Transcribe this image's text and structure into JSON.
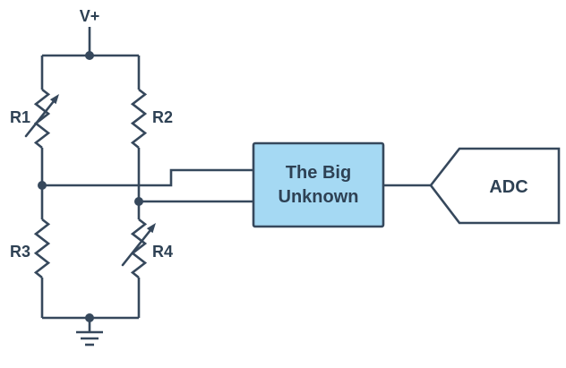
{
  "diagram": {
    "labels": {
      "supply": "V+",
      "r1": "R1",
      "r2": "R2",
      "r3": "R3",
      "r4": "R4",
      "unknown_block_line1": "The Big",
      "unknown_block_line2": "Unknown",
      "adc": "ADC"
    },
    "colors": {
      "line": "#36485c",
      "text": "#2e4154",
      "box_fill": "#a5d9f3",
      "adc_fill": "#ffffff",
      "background": "#ffffff"
    }
  }
}
